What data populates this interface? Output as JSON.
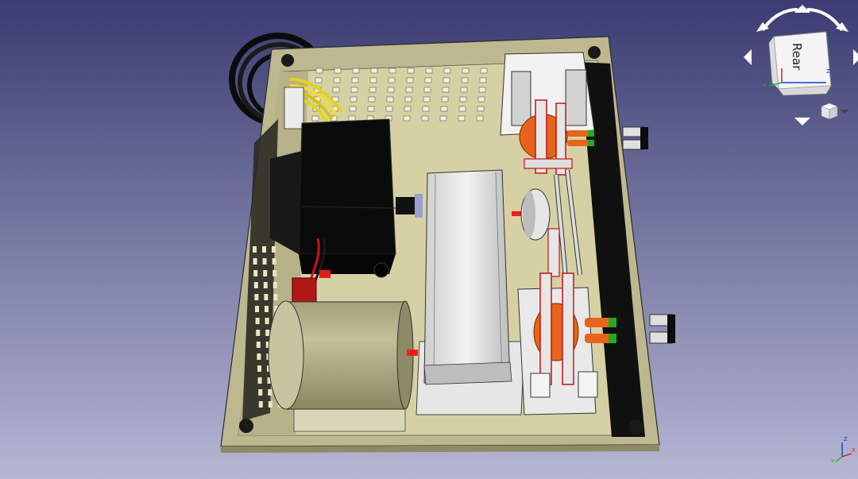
{
  "navigation_cube": {
    "face_label": "Rear",
    "axis_z_label": "Z",
    "axis_x_label": "X",
    "axis_y_label": "Y"
  },
  "corner_axes": {
    "x_label": "X",
    "y_label": "Y",
    "z_label": "Z"
  },
  "colors": {
    "background_top": "#3a3c72",
    "background_bottom": "#b6b7d4",
    "enclosure_wall": "#c9c49a",
    "enclosure_floor": "#d8d3a8",
    "component_dark": "#0b0b0b",
    "component_light": "#d9d9d9",
    "accent_orange": "#e8641a",
    "accent_red": "#ff1a1a",
    "accent_green": "#22aa22",
    "wire_yellow": "#e5d21a",
    "motor_body": "#b8b48c"
  },
  "icons": {
    "rotate_left": "rotate-left-arrow-icon",
    "rotate_right": "rotate-right-arrow-icon",
    "arrow_up": "arrow-up-icon",
    "arrow_down": "arrow-down-icon",
    "arrow_left": "arrow-left-icon",
    "arrow_right": "arrow-right-icon",
    "view_menu": "view-menu-cube-icon"
  }
}
